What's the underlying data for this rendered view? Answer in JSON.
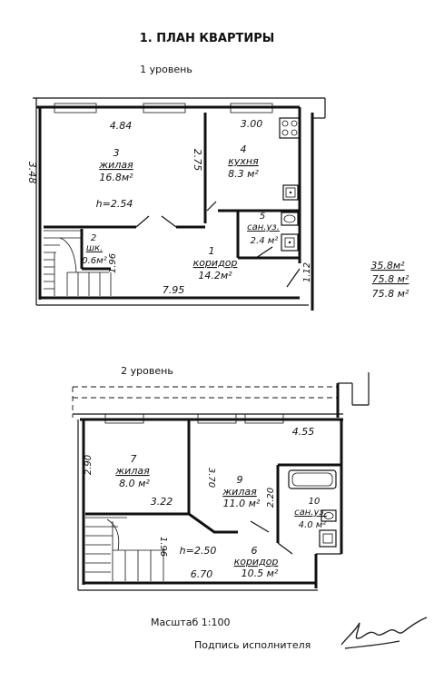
{
  "title": "1. ПЛАН КВАРТИРЫ",
  "level1": {
    "label": "1 уровень",
    "dims": {
      "top_left": "4.84",
      "top_right": "3.00",
      "left": "3.48",
      "wall_275": "2.75",
      "stair_196": "1.96",
      "bottom": "7.95",
      "right_112": "1.12"
    },
    "height": "h=2.54",
    "rooms": [
      {
        "num": "3",
        "name": "жилая",
        "area": "16.8м²"
      },
      {
        "num": "4",
        "name": "кухня",
        "area": "8.3 м²"
      },
      {
        "num": "5",
        "name": "сан.уз.",
        "area": "2.4 м²"
      },
      {
        "num": "1",
        "name": "коридор",
        "area": "14.2м²"
      },
      {
        "num": "2",
        "name": "шк.",
        "area": "0.6м²"
      }
    ]
  },
  "totals": [
    "35.8м²",
    "75.8 м²",
    "75.8 м²"
  ],
  "level2": {
    "label": "2 уровень",
    "dims": {
      "top_right": "4.55",
      "left": "2.90",
      "mid_322": "3.22",
      "wall_370": "3.70",
      "wall_220": "2.20",
      "stair_196": "1.96",
      "bottom": "6.70"
    },
    "height": "h=2.50",
    "rooms": [
      {
        "num": "7",
        "name": "жилая",
        "area": "8.0 м²"
      },
      {
        "num": "9",
        "name": "жилая",
        "area": "11.0 м²"
      },
      {
        "num": "10",
        "name": "сан.уз.",
        "area": "4.0 м²"
      },
      {
        "num": "6",
        "name": "коридор",
        "area": "10.5 м²"
      }
    ]
  },
  "scale": "Масштаб  1:100",
  "signature_label": "Подпись исполнителя",
  "colors": {
    "ink": "#111111",
    "paper": "#ffffff"
  }
}
